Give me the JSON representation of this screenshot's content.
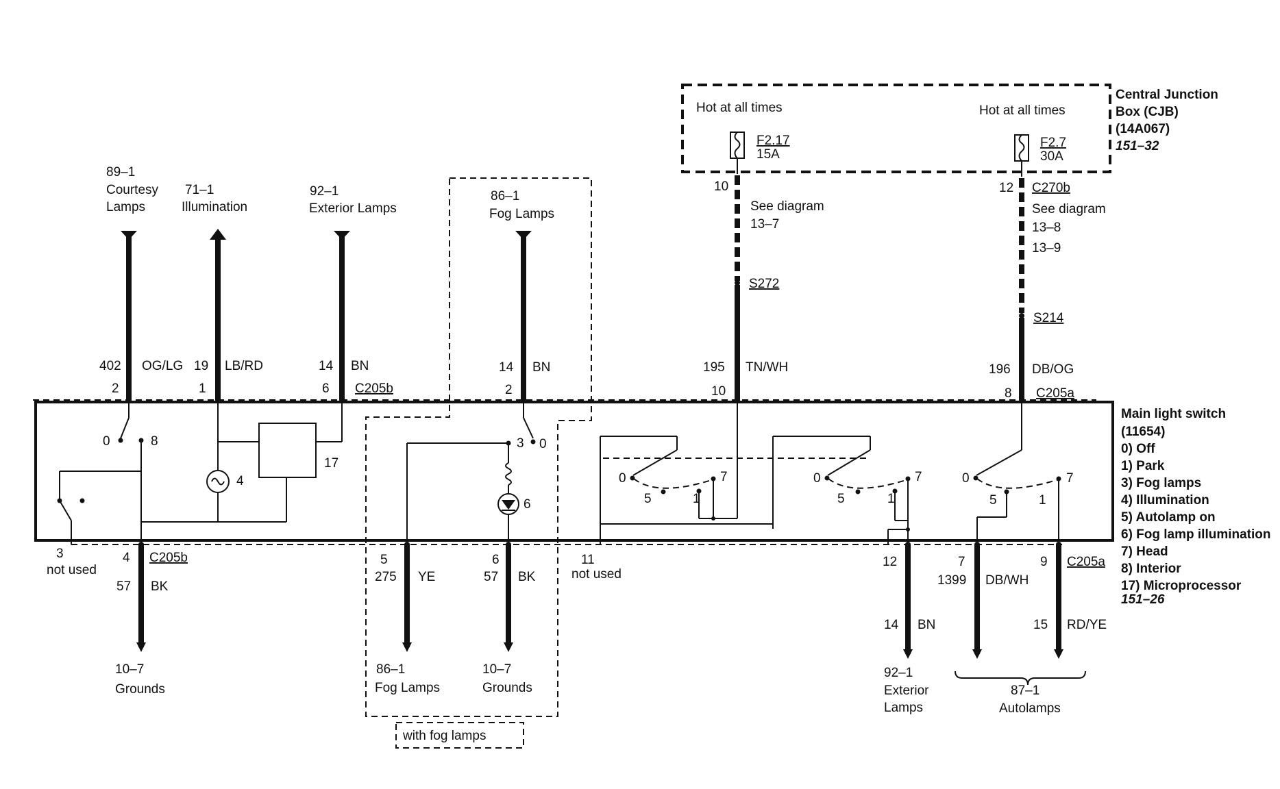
{
  "cjb": {
    "title_lines": [
      "Central Junction",
      "Box (CJB)",
      "(14A067)"
    ],
    "page_ref": "151–32",
    "hot_left": "Hot at all times",
    "hot_right": "Hot at all times",
    "fuse_left": {
      "id": "F2.17",
      "rating": "15A"
    },
    "fuse_right": {
      "id": "F2.7",
      "rating": "30A"
    }
  },
  "feeds": {
    "left": {
      "pin_top": "10",
      "see": "See diagram",
      "ref1": "13–7",
      "splice": "S272",
      "circuit": "195",
      "color": "TN/WH",
      "pin": "10"
    },
    "right": {
      "pin_top": "12",
      "connector_top": "C270b",
      "see": "See diagram",
      "ref1": "13–8",
      "ref2": "13–9",
      "splice": "S214",
      "circuit": "196",
      "color": "DB/OG",
      "pin": "8",
      "connector": "C205a"
    }
  },
  "top_wires": {
    "courtesy": {
      "ref": "89–1",
      "label1": "Courtesy",
      "label2": "Lamps",
      "circuit": "402",
      "color": "OG/LG",
      "pin": "2"
    },
    "illumination": {
      "ref": "71–1",
      "label": "Illumination",
      "circuit": "19",
      "color": "LB/RD",
      "pin": "1"
    },
    "exterior": {
      "ref": "92–1",
      "label": "Exterior Lamps",
      "circuit": "14",
      "color": "BN",
      "pin": "6",
      "connector": "C205b"
    },
    "fog": {
      "ref": "86–1",
      "label": "Fog Lamps",
      "circuit": "14",
      "color": "BN",
      "pin": "2"
    }
  },
  "switch": {
    "title_lines": [
      "Main light switch",
      "(11654)"
    ],
    "legend": [
      "0) Off",
      "1) Park",
      "3) Fog lamps",
      "4) Illumination",
      "5) Autolamp on",
      "6) Fog lamp illumination",
      "7) Head",
      "8) Interior",
      "17) Microprocessor"
    ],
    "page_ref": "151–26",
    "pos_labels": {
      "off": "0",
      "interior": "8",
      "illum": "4",
      "micro": "17",
      "fog": "3",
      "fog_off": "0",
      "fog_illum": "6",
      "park": "1",
      "auto": "5",
      "head": "7"
    }
  },
  "bottom": {
    "pin3": {
      "pin": "3",
      "text": "not used"
    },
    "ground": {
      "pin": "4",
      "connector": "C205b",
      "circuit": "57",
      "color": "BK",
      "ref": "10–7",
      "label": "Grounds"
    },
    "fog_out": {
      "pin": "5",
      "circuit": "275",
      "color": "YE",
      "ref": "86–1",
      "label": "Fog Lamps"
    },
    "fog_ground": {
      "pin": "6",
      "circuit": "57",
      "color": "BK",
      "ref": "10–7",
      "label": "Grounds"
    },
    "pin11": {
      "pin": "11",
      "text": "not used"
    },
    "exterior": {
      "pin": "12",
      "circuit": "14",
      "color": "BN",
      "ref": "92–1",
      "label1": "Exterior",
      "label2": "Lamps"
    },
    "auto1": {
      "pin": "7",
      "circuit": "1399",
      "color": "DB/WH"
    },
    "auto2": {
      "pin": "9",
      "connector": "C205a",
      "circuit": "15",
      "color": "RD/YE"
    },
    "autolamps": {
      "ref": "87–1",
      "label": "Autolamps"
    }
  },
  "fog_option": "with fog lamps"
}
